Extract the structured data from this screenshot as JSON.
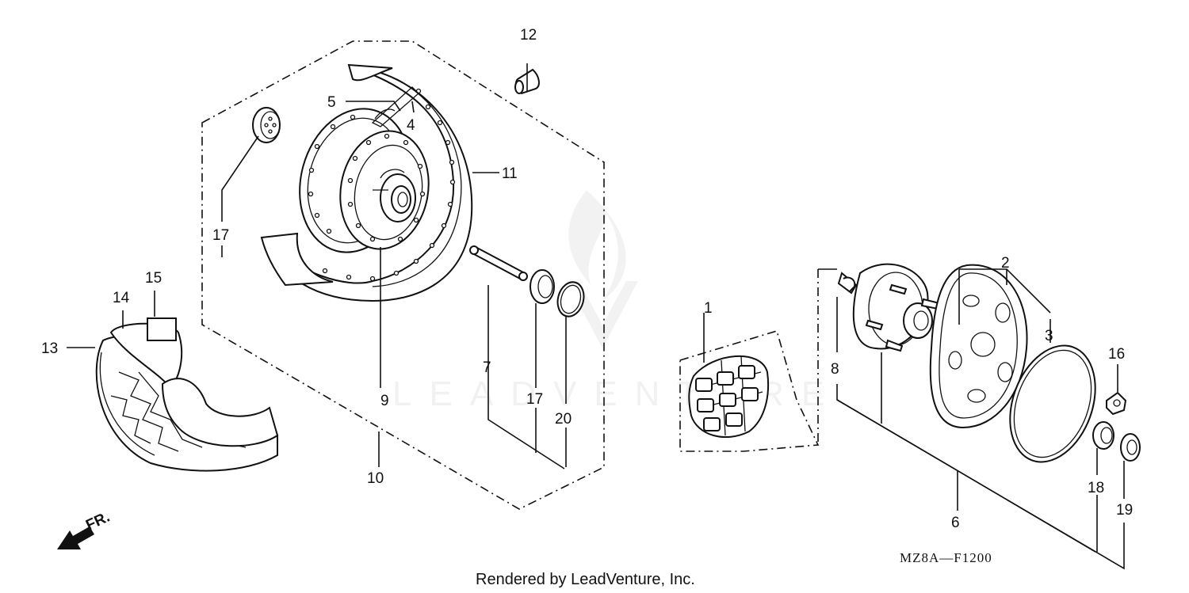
{
  "callouts": {
    "c1": "1",
    "c2": "2",
    "c3": "3",
    "c4": "4",
    "c5": "5",
    "c6": "6",
    "c7": "7",
    "c8": "8",
    "c9": "9",
    "c10": "10",
    "c11": "11",
    "c12": "12",
    "c13": "13",
    "c14": "14",
    "c15": "15",
    "c16": "16",
    "c17a": "17",
    "c17b": "17",
    "c18": "18",
    "c19": "19",
    "c20": "20"
  },
  "diagram_code": "MZ8A—F1200",
  "front_label": "FR.",
  "credit": "Rendered by LeadVenture, Inc.",
  "watermark": "LEADVENTURE",
  "icons": {
    "front_arrow": "arrow-left-down-icon",
    "watermark_logo": "leadventure-flame-logo"
  }
}
